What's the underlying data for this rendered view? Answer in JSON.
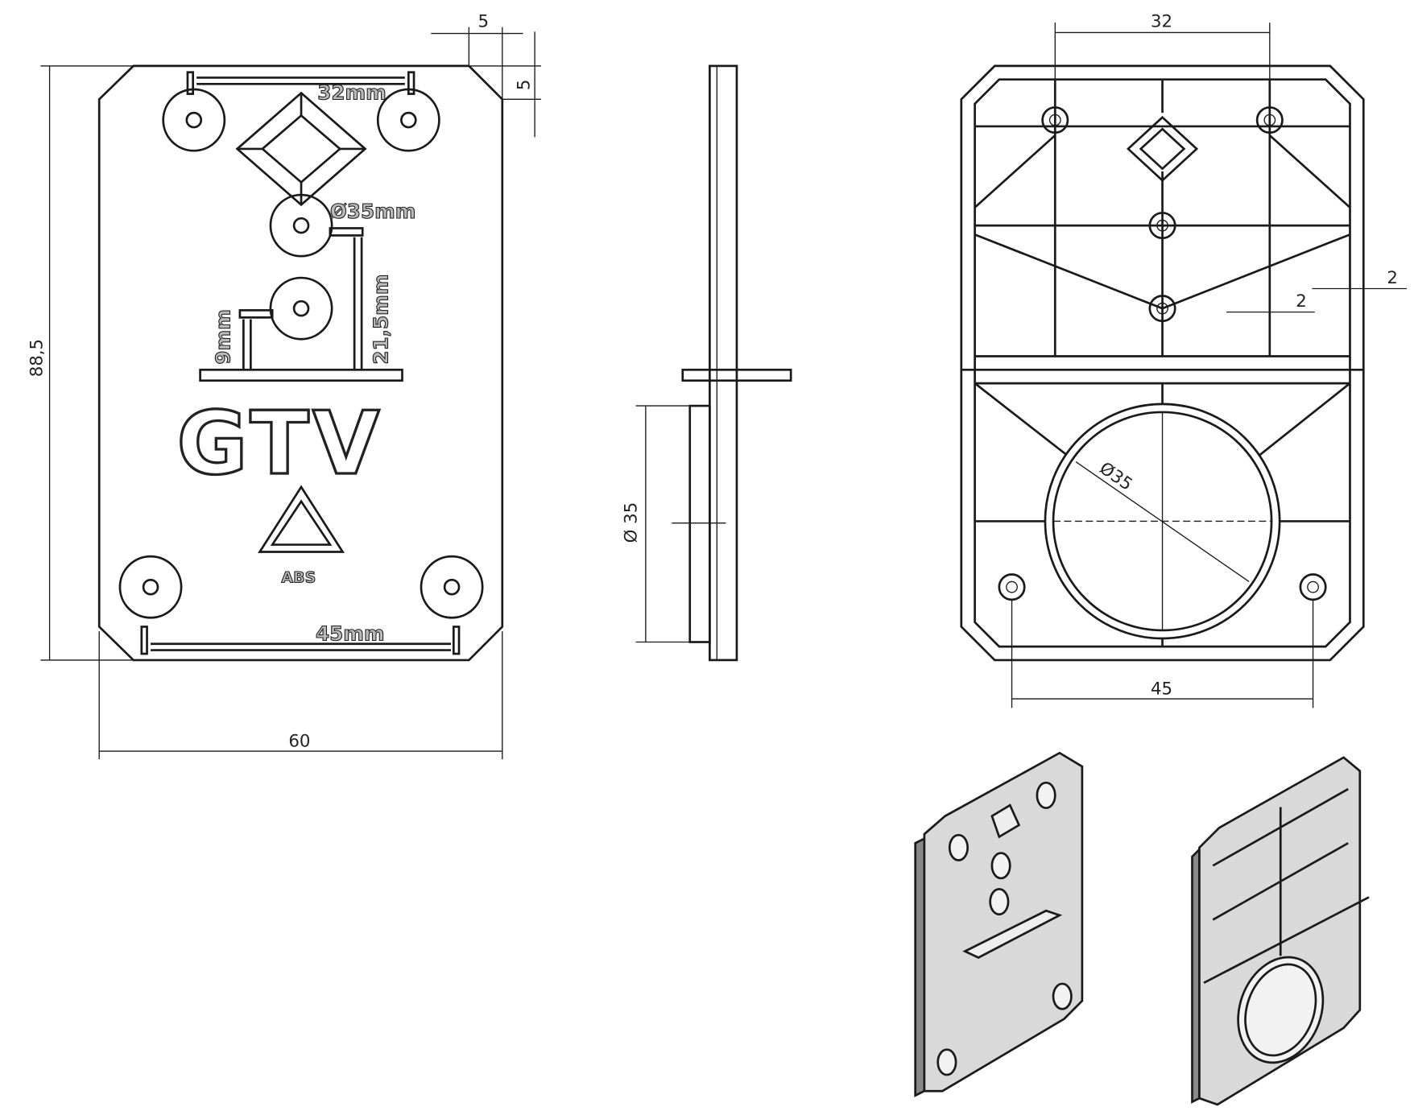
{
  "front_view": {
    "embossed": {
      "hole_spacing_top": "32mm",
      "hole_diameter": "Ø35mm",
      "height_a": "21,5mm",
      "height_b": "9mm",
      "logo": "GTV",
      "material": "ABS",
      "hole_spacing_bottom": "45mm"
    },
    "dimensions": {
      "corner_horizontal": "5",
      "corner_vertical": "5",
      "height": "88,5",
      "width": "60"
    }
  },
  "side_view": {
    "dimensions": {
      "boss_diameter": "Ø 35"
    }
  },
  "rear_view": {
    "dimensions": {
      "hole_spacing_top": "32",
      "rib_outer": "2",
      "rib_inner": "2",
      "ring_diameter": "Ø35",
      "hole_spacing_bottom": "45"
    }
  },
  "isometric_views": [
    "front-isometric",
    "rear-isometric"
  ],
  "colors": {
    "line": "#1a1a1a",
    "part_fill": "#d9d9d9"
  }
}
